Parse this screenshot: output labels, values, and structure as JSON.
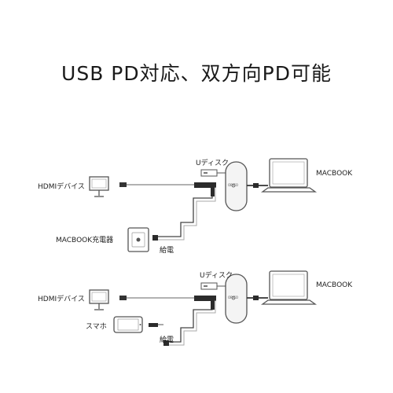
{
  "title": "USB PD対応、双方向PD可能",
  "diagram_top": {
    "usb_disk_label": "Uディスク",
    "hdmi_label": "HDMIデバイス",
    "macbook_label": "MACBOOK",
    "charger_label": "MACBOOK充電器",
    "power_label": "給電",
    "hub_brand": "ORICO"
  },
  "diagram_bottom": {
    "usb_disk_label": "Uディスク",
    "hdmi_label": "HDMIデバイス",
    "macbook_label": "MACBOOK",
    "phone_label": "スマホ",
    "power_label": "給電",
    "hub_brand": "ORICO"
  },
  "colors": {
    "stroke": "#555555",
    "hub_fill": "#f4f4f4",
    "cable_dark": "#2b2b2b",
    "cable_light": "#bbbbbb"
  }
}
